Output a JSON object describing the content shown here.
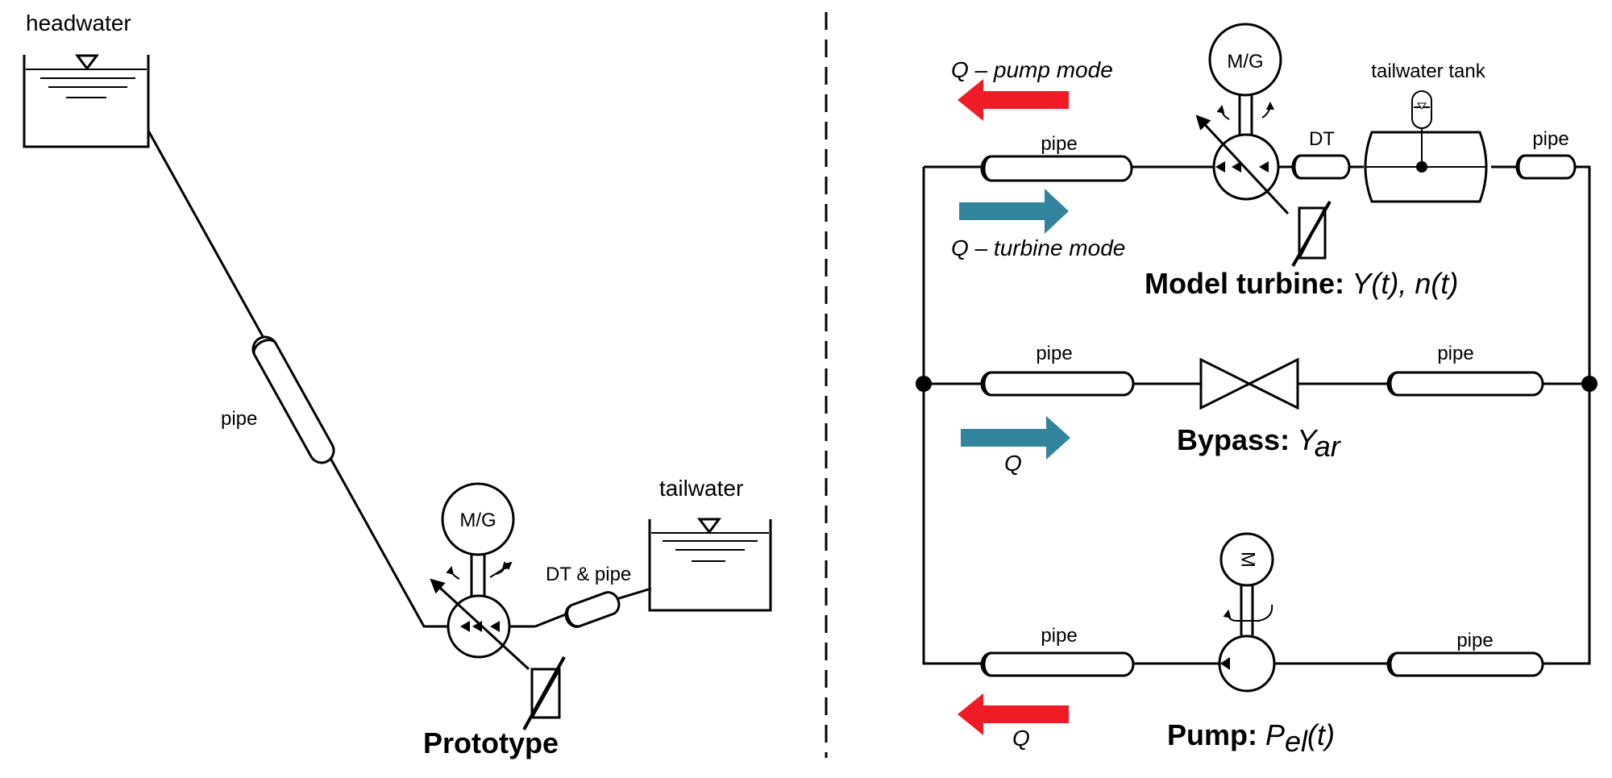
{
  "prototype": {
    "headwater_label": "headwater",
    "pipe_label": "pipe",
    "motor_generator_label": "M/G",
    "dt_pipe_label": "DT & pipe",
    "tailwater_label": "tailwater",
    "title": "Prototype"
  },
  "model": {
    "flow_pump_mode": {
      "Q": "Q",
      "rest": " – pump mode"
    },
    "flow_turbine_mode": {
      "Q": "Q",
      "rest": " – turbine mode"
    },
    "motor_generator_label": "M/G",
    "tailwater_tank_label": "tailwater tank",
    "dt_label": "DT",
    "pipe_label": "pipe",
    "turbine_title": {
      "bold": "Model turbine:",
      "italic": " Y(t), n(t)"
    },
    "bypass_flow_label": "Q",
    "bypass_title": {
      "bold": "Bypass:",
      "italic_main": " Y",
      "italic_sub": "ar"
    },
    "pump_motor_label": "M",
    "pump_flow_label": "Q",
    "pump_title": {
      "bold": "Pump:",
      "italic_main": " P",
      "italic_sub": "el",
      "italic_tail": "(t)"
    }
  },
  "colors": {
    "pump_arrow": "#ee1c24",
    "turbine_arrow": "#31849b",
    "line": "#000000"
  }
}
